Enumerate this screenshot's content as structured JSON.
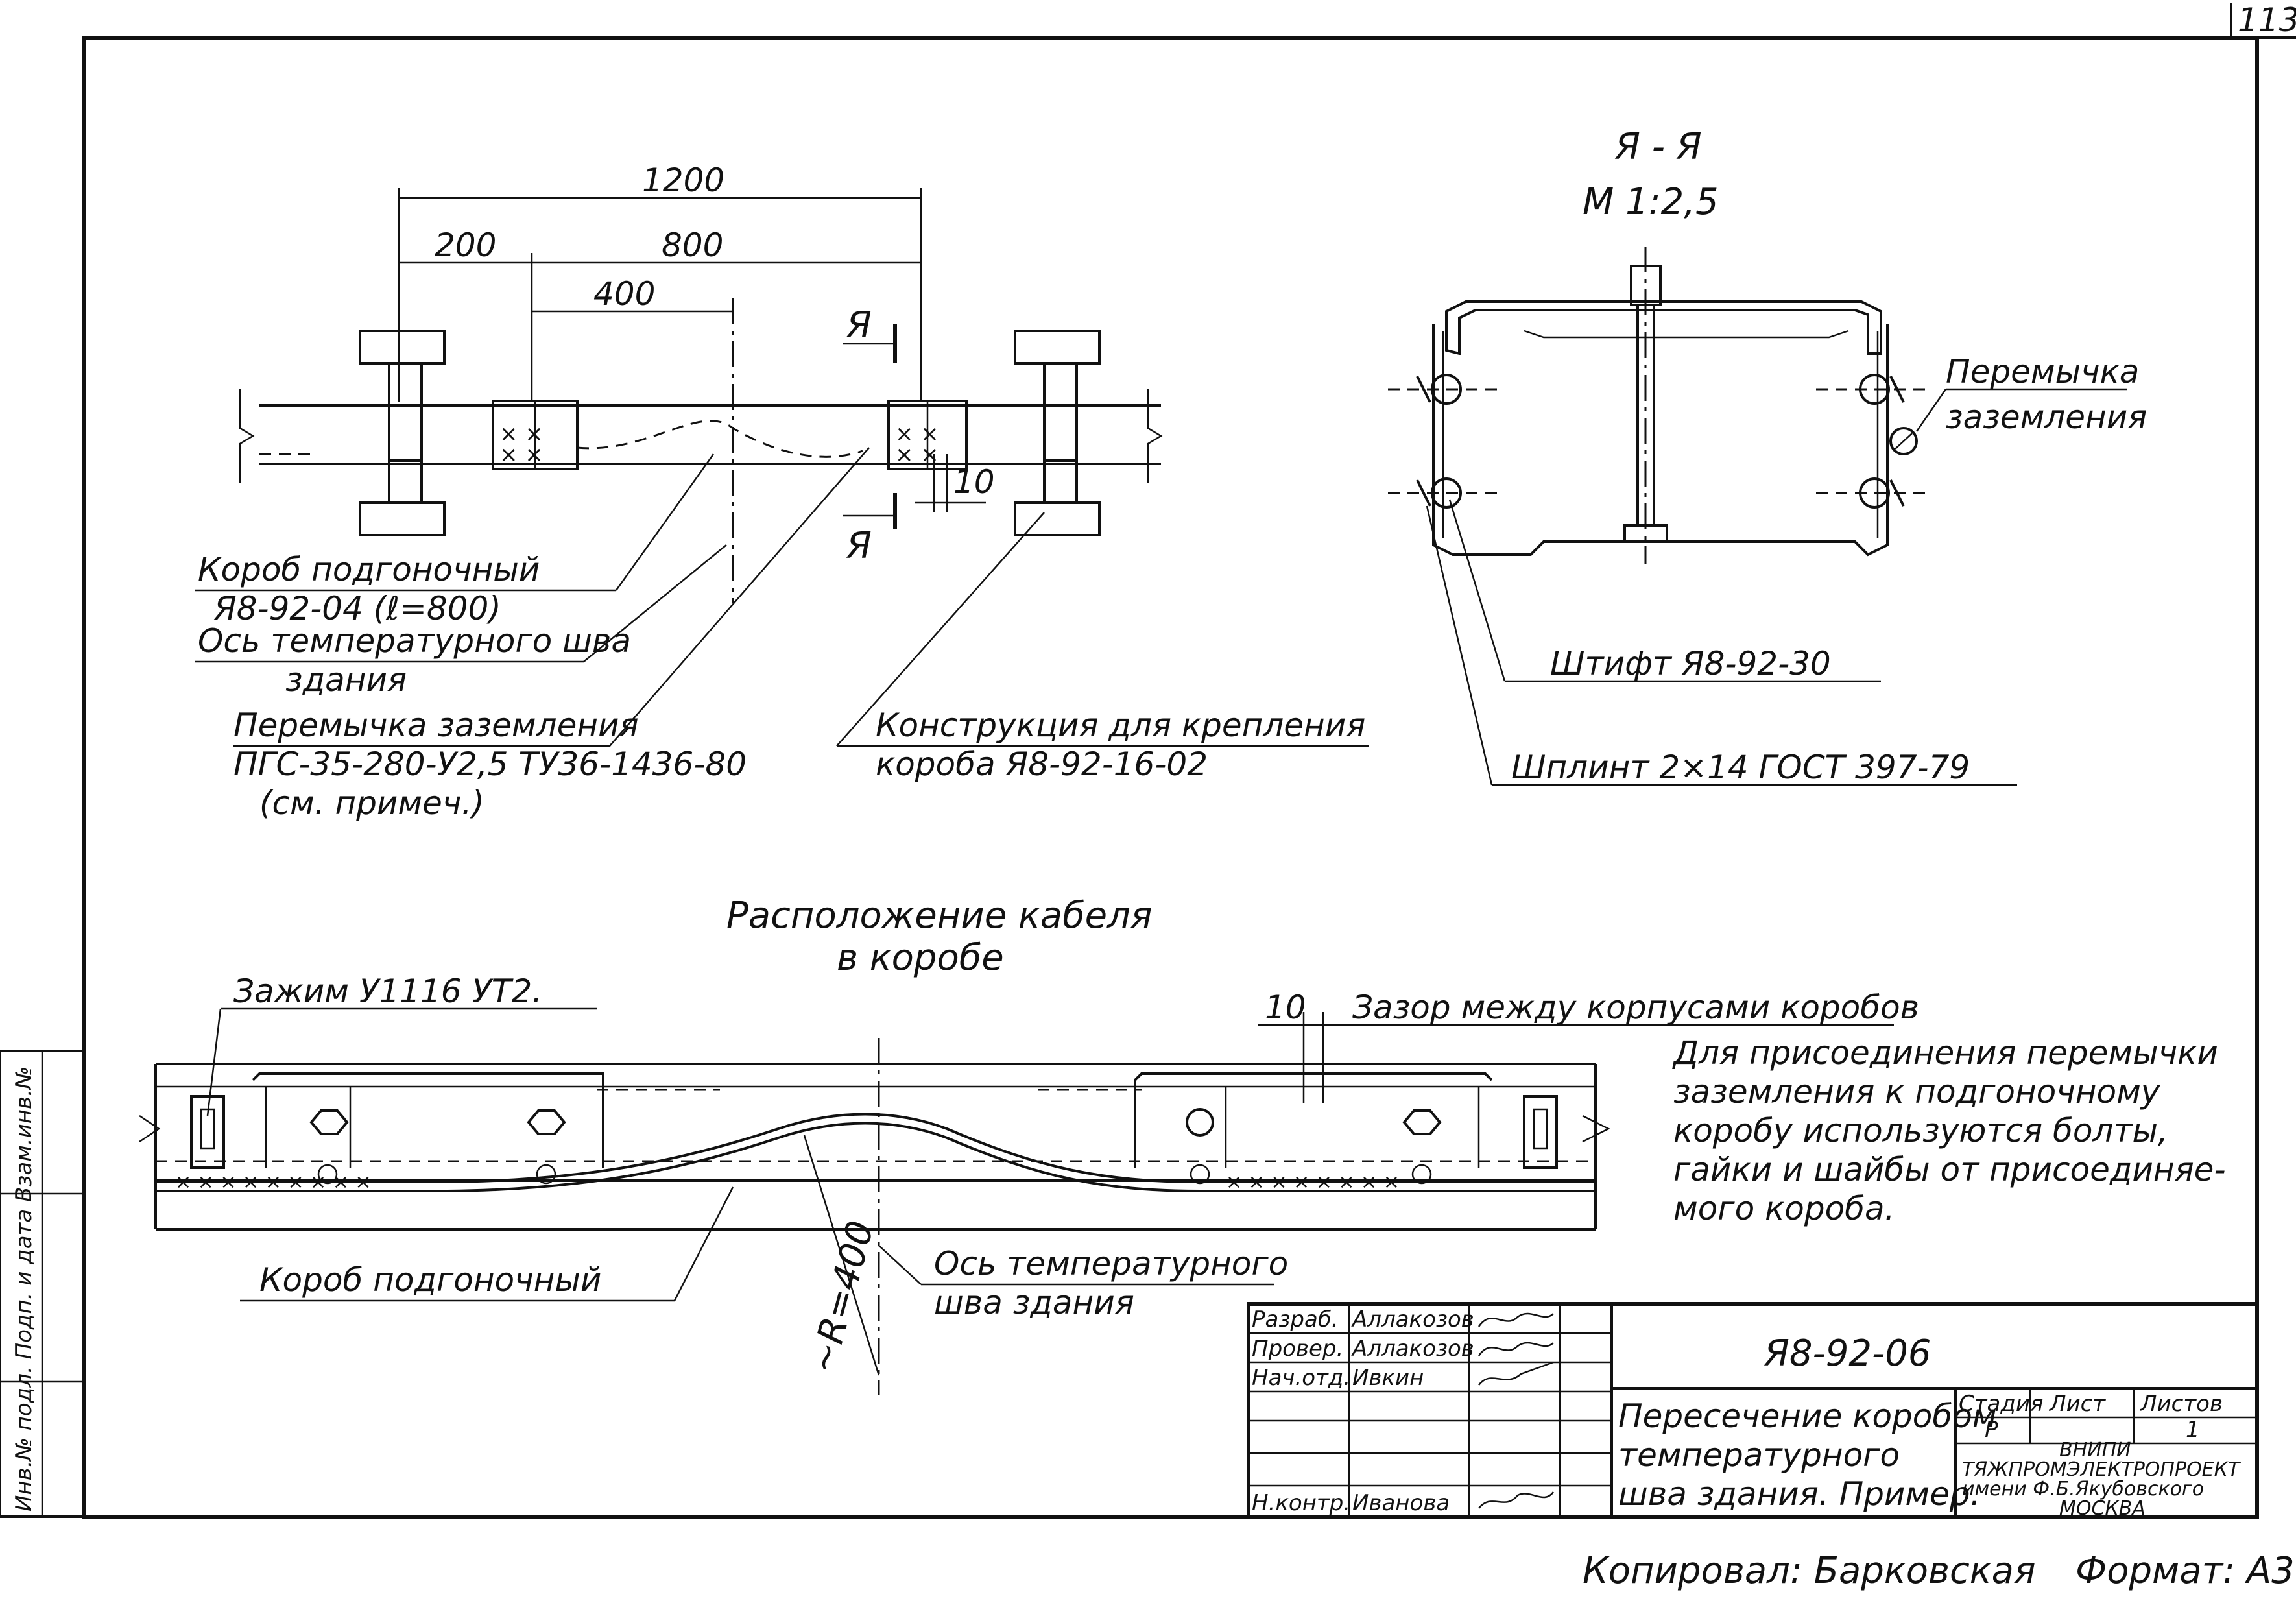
{
  "page_number": "113",
  "section_aa": {
    "title": "Я - Я",
    "scale": "М 1:2,5"
  },
  "dims": {
    "d1200": "1200",
    "d200": "200",
    "d800": "800",
    "d400": "400",
    "d10": "10",
    "gap10": "10"
  },
  "section_marks": {
    "top": "Я",
    "bottom": "Я"
  },
  "plan_labels": {
    "box_line1": "Короб подгоночный",
    "box_line2": "Я8-92-04 (ℓ=800)",
    "axis_line1": "Ось температурного шва",
    "axis_line2": "здания",
    "jumper_line1": "Перемычка заземления",
    "jumper_line2": "ПГС-35-280-У2,5 ТУ36-1436-80",
    "jumper_line3": "(см. примеч.)",
    "construction_line1": "Конструкция для крепления",
    "construction_line2": "короба Я8-92-16-02"
  },
  "section_labels": {
    "jumper_line1": "Перемычка",
    "jumper_line2": "заземления",
    "pin": "Штифт Я8-92-30",
    "splint": "Шплинт 2×14 ГОСТ 397-79"
  },
  "cable_view": {
    "title_line1": "Расположение кабеля",
    "title_line2": "в коробе",
    "clamp": "Зажим У1116 УТ2.",
    "gap": "Зазор между корпусами коробов",
    "box": "Короб подгоночный",
    "radius": "~R=400",
    "axis_line1": "Ось температурного",
    "axis_line2": "шва здания"
  },
  "note": [
    "Для присоединения перемычки",
    "заземления к подгоночному",
    "коробу используются болты,",
    "гайки и шайбы от присоединяе-",
    "мого короба."
  ],
  "title_block": {
    "roles": [
      "Разраб.",
      "Провер.",
      "Нач.отд.",
      "",
      "",
      "",
      "Н.контр."
    ],
    "names": [
      "Аллакозов",
      "Аллакозов",
      "Ивкин",
      "",
      "",
      "",
      "Иванова"
    ],
    "code": "Я8-92-06",
    "title_line1": "Пересечение коробом",
    "title_line2": "температурного",
    "title_line3": "шва здания. Пример.",
    "stage_header": "Стадия",
    "sheet_header": "Лист",
    "sheets_header": "Листов",
    "stage": "Р",
    "sheets": "1",
    "org_line1": "ВНИПИ",
    "org_line2": "ТЯЖПРОМЭЛЕКТРОПРОЕКТ",
    "org_line3": "имени Ф.Б.Якубовского",
    "org_line4": "МОСКВА"
  },
  "side_stamp": "Инв.№ подл.  Подп. и дата  Взам.инв.№",
  "footer": {
    "copied": "Копировал: Барковская",
    "format": "Формат: А3"
  }
}
